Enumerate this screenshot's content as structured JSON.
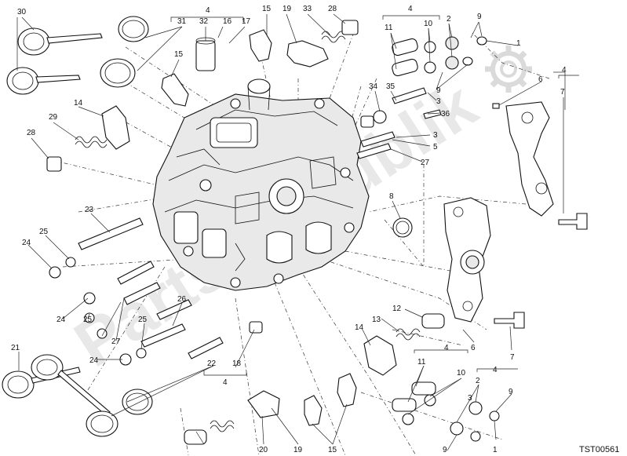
{
  "diagram_code": "TST00561",
  "watermark": "Parts Republik",
  "callouts": [
    {
      "id": "c30a",
      "text": "30"
    },
    {
      "id": "c31",
      "text": "31"
    },
    {
      "id": "c4a",
      "text": "4"
    },
    {
      "id": "c32",
      "text": "32"
    },
    {
      "id": "c16",
      "text": "16"
    },
    {
      "id": "c17",
      "text": "17"
    },
    {
      "id": "c15a",
      "text": "15"
    },
    {
      "id": "c19a",
      "text": "19"
    },
    {
      "id": "c33",
      "text": "33"
    },
    {
      "id": "c28a",
      "text": "28"
    },
    {
      "id": "c4b",
      "text": "4"
    },
    {
      "id": "c11a",
      "text": "11"
    },
    {
      "id": "c10a",
      "text": "10"
    },
    {
      "id": "c2a",
      "text": "2"
    },
    {
      "id": "c9a",
      "text": "9"
    },
    {
      "id": "c1a",
      "text": "1"
    },
    {
      "id": "c15b",
      "text": "15"
    },
    {
      "id": "c9b",
      "text": "9"
    },
    {
      "id": "c14a",
      "text": "14"
    },
    {
      "id": "c29",
      "text": "29"
    },
    {
      "id": "c28b",
      "text": "28"
    },
    {
      "id": "c34",
      "text": "34"
    },
    {
      "id": "c35",
      "text": "35"
    },
    {
      "id": "c3a",
      "text": "3"
    },
    {
      "id": "c36",
      "text": "36"
    },
    {
      "id": "c5",
      "text": "5"
    },
    {
      "id": "c3b",
      "text": "3"
    },
    {
      "id": "c27a",
      "text": "27"
    },
    {
      "id": "c6a",
      "text": "6"
    },
    {
      "id": "c4c",
      "text": "4"
    },
    {
      "id": "c7a",
      "text": "7"
    },
    {
      "id": "c23",
      "text": "23"
    },
    {
      "id": "c8",
      "text": "8"
    },
    {
      "id": "c25a",
      "text": "25"
    },
    {
      "id": "c24a",
      "text": "24"
    },
    {
      "id": "c24b",
      "text": "24"
    },
    {
      "id": "c25b",
      "text": "25"
    },
    {
      "id": "c27b",
      "text": "27"
    },
    {
      "id": "c26",
      "text": "26"
    },
    {
      "id": "c25c",
      "text": "25"
    },
    {
      "id": "c24c",
      "text": "24"
    },
    {
      "id": "c12",
      "text": "12"
    },
    {
      "id": "c13",
      "text": "13"
    },
    {
      "id": "c14b",
      "text": "14"
    },
    {
      "id": "c6b",
      "text": "6"
    },
    {
      "id": "c7b",
      "text": "7"
    },
    {
      "id": "c4d",
      "text": "4"
    },
    {
      "id": "c21",
      "text": "21"
    },
    {
      "id": "c22",
      "text": "22"
    },
    {
      "id": "c18",
      "text": "18"
    },
    {
      "id": "c4e",
      "text": "4"
    },
    {
      "id": "c4f",
      "text": "4"
    },
    {
      "id": "c11b",
      "text": "11"
    },
    {
      "id": "c10b",
      "text": "10"
    },
    {
      "id": "c2b",
      "text": "2"
    },
    {
      "id": "c9c",
      "text": "9"
    },
    {
      "id": "c3c",
      "text": "3"
    },
    {
      "id": "c20",
      "text": "20"
    },
    {
      "id": "c19b",
      "text": "19"
    },
    {
      "id": "c15c",
      "text": "15"
    },
    {
      "id": "c9d",
      "text": "9"
    },
    {
      "id": "c1b",
      "text": "1"
    }
  ]
}
